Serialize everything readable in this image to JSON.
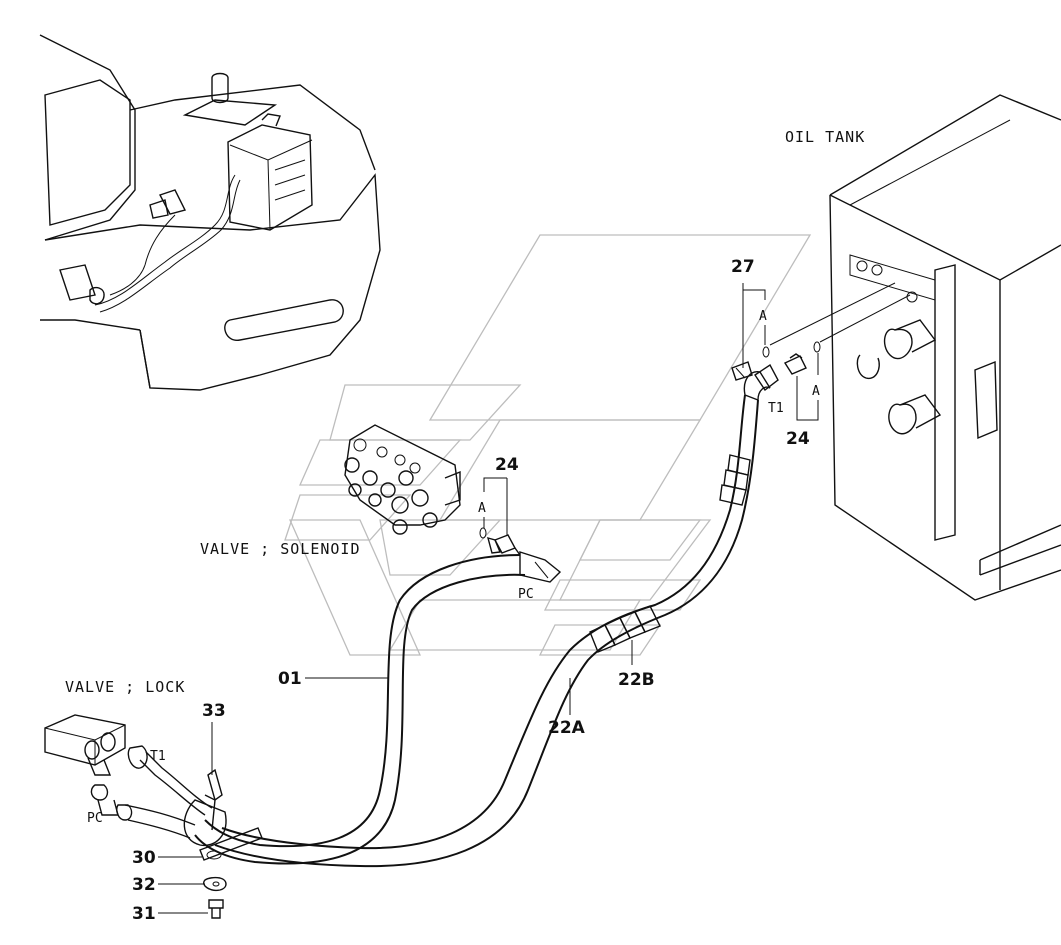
{
  "labels": {
    "oil_tank": "OIL TANK",
    "valve_solenoid": "VALVE ; SOLENOID",
    "valve_lock": "VALVE ; LOCK"
  },
  "ports": {
    "t1_tank": "T1",
    "pc_solenoid": "PC",
    "t1_lock": "T1",
    "pc_lock": "PC"
  },
  "callouts": {
    "p27": "27",
    "a_27": "A",
    "a_24_tank": "A",
    "p24_tank": "24",
    "p24_solenoid": "24",
    "a_24_solenoid": "A",
    "p01": "01",
    "p22A": "22A",
    "p22B": "22B",
    "p33": "33",
    "p30": "30",
    "p32": "32",
    "p31": "31"
  }
}
